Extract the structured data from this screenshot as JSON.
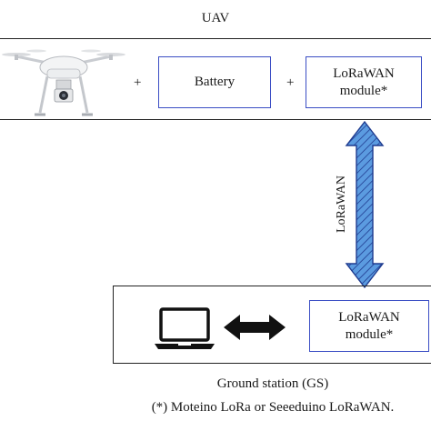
{
  "uav": {
    "title": "UAV",
    "plus_1": "+",
    "plus_2": "+",
    "battery_label": "Battery",
    "lorawan_module_line1": "LoRaWAN",
    "lorawan_module_line2": "module*"
  },
  "link": {
    "label": "LoRaWAN",
    "arrow_fill_color": "#4a90d9",
    "arrow_stroke_color": "#1f3b8f"
  },
  "ground_station": {
    "lorawan_module_line1": "LoRaWAN",
    "lorawan_module_line2": "module*",
    "caption": "Ground station (GS)"
  },
  "footnote": "(*) Moteino LoRa or Seeeduino LoRaWAN.",
  "icons": {
    "drone": "drone-icon",
    "laptop": "laptop-icon",
    "connection_arrow": "double-arrow-icon"
  },
  "colors": {
    "module_border": "#3a4dc4"
  }
}
